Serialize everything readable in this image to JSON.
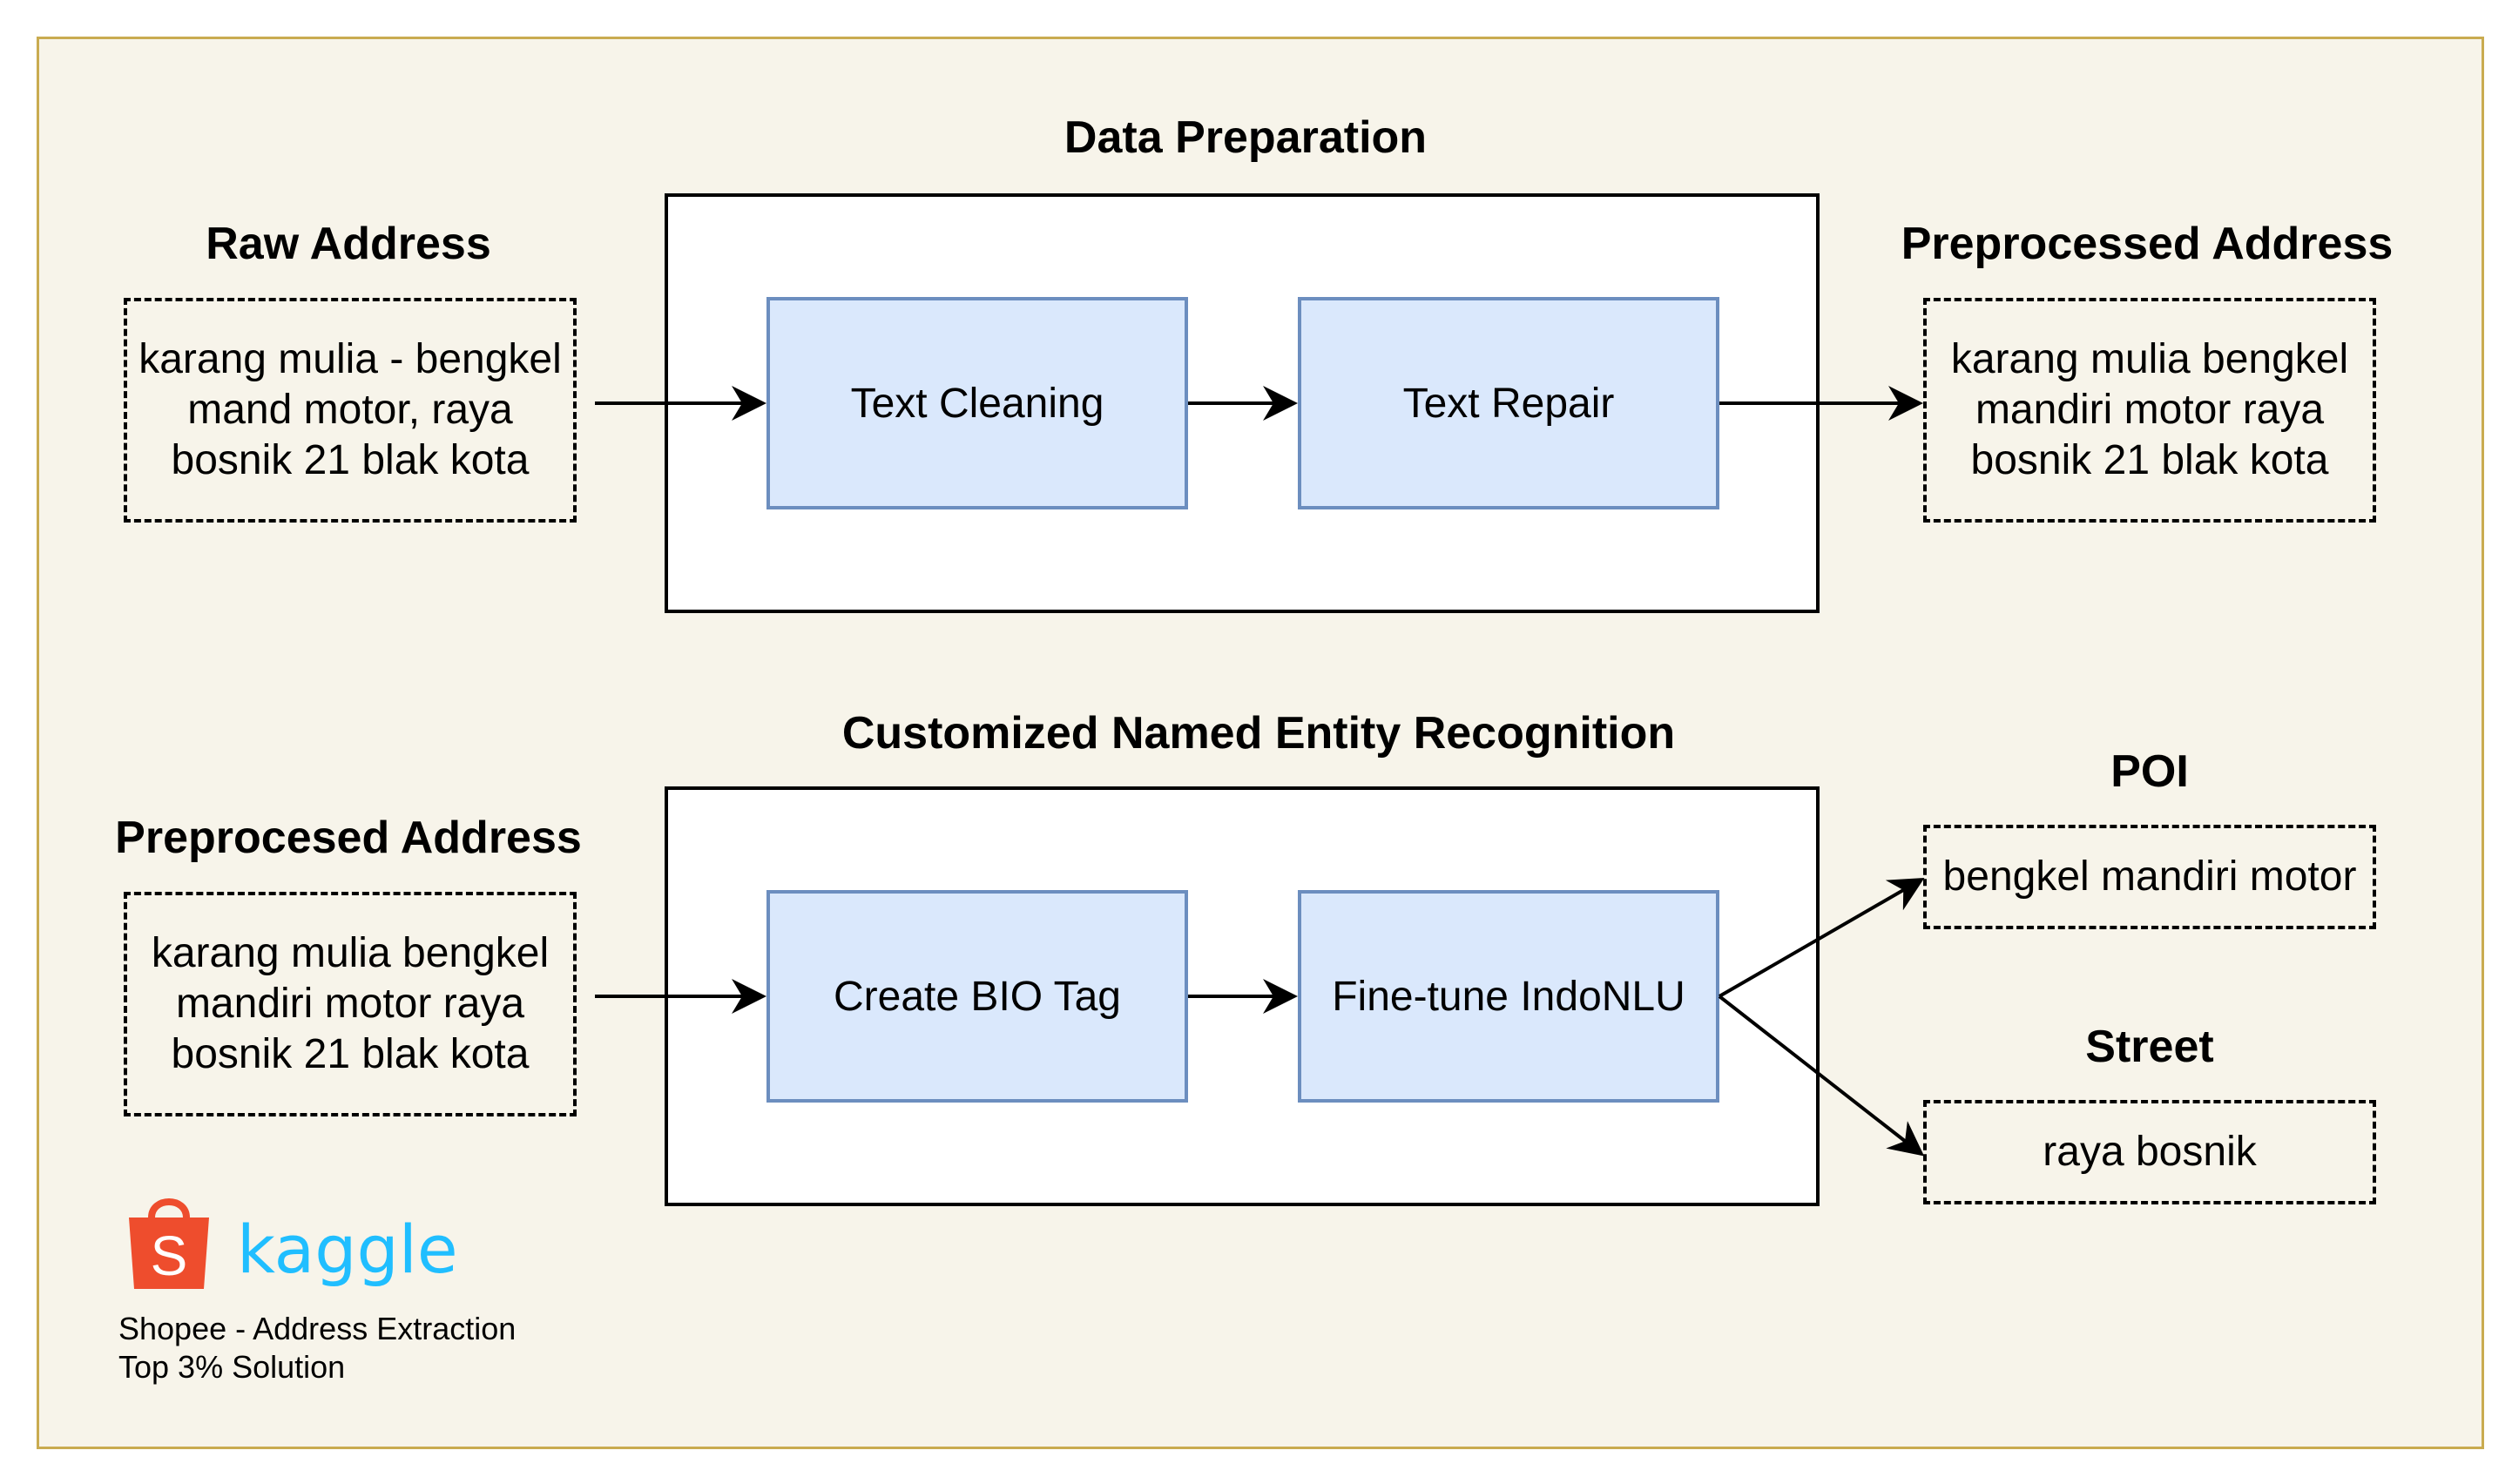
{
  "top": {
    "section_title": "Data Preparation",
    "input_title": "Raw Address",
    "input_text": "karang mulia - bengkel\nmand motor, raya\nbosnik 21 blak kota",
    "steps": [
      "Text Cleaning",
      "Text Repair"
    ],
    "output_title": "Preprocessed Address",
    "output_text": "karang mulia bengkel\nmandiri motor raya\nbosnik 21 blak kota"
  },
  "bottom": {
    "section_title": "Customized Named Entity Recognition",
    "input_title": "Preprocesed Address",
    "input_text": "karang mulia bengkel\nmandiri motor raya\nbosnik 21 blak kota",
    "steps": [
      "Create BIO Tag",
      "Fine-tune IndoNLU"
    ],
    "outputs": [
      {
        "title": "POI",
        "text": "bengkel mandiri motor"
      },
      {
        "title": "Street",
        "text": "raya bosnik"
      }
    ]
  },
  "branding": {
    "shop_icon": "shopee-bag-icon",
    "shop_letter": "S",
    "logo_text": "kaggle",
    "caption_line1": "Shopee - Address Extraction",
    "caption_line2": "Top 3% Solution",
    "colors": {
      "shopee": "#ee4d2d",
      "kaggle": "#20beff",
      "step_fill": "#dae8fc",
      "step_border": "#6c8ebf",
      "background": "#f7f4ea",
      "frame_border": "#c9ab50"
    }
  }
}
